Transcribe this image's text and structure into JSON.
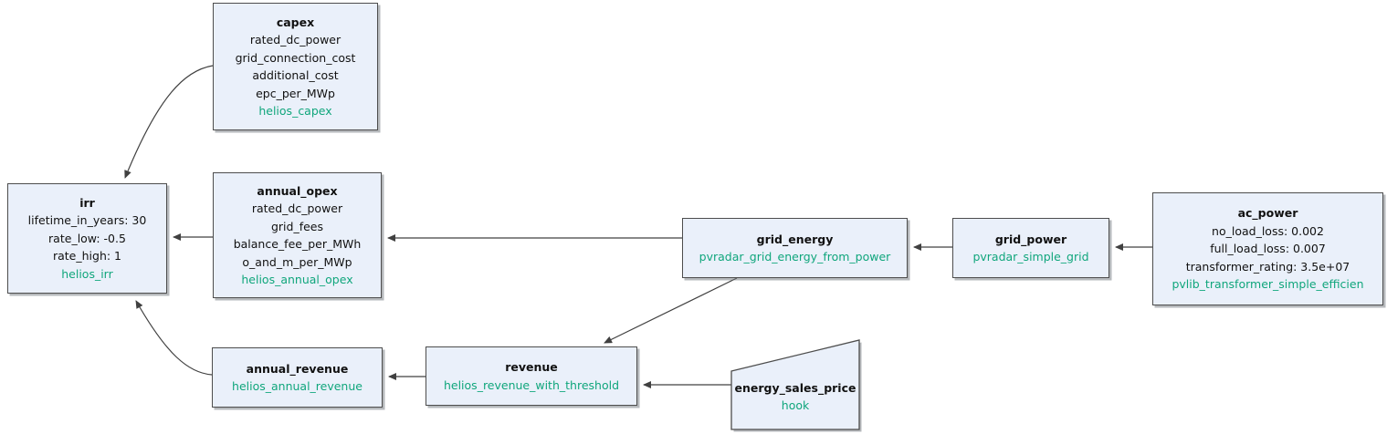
{
  "diagram": {
    "nodes": [
      {
        "id": "capex",
        "title": "capex",
        "params": [
          "rated_dc_power",
          "grid_connection_cost",
          "additional_cost",
          "epc_per_MWp"
        ],
        "function": "helios_capex",
        "shape": "rect"
      },
      {
        "id": "irr",
        "title": "irr",
        "params": [
          "lifetime_in_years: 30",
          "rate_low: -0.5",
          "rate_high: 1"
        ],
        "function": "helios_irr",
        "shape": "rect"
      },
      {
        "id": "annual_opex",
        "title": "annual_opex",
        "params": [
          "rated_dc_power",
          "grid_fees",
          "balance_fee_per_MWh",
          "o_and_m_per_MWp"
        ],
        "function": "helios_annual_opex",
        "shape": "rect"
      },
      {
        "id": "annual_revenue",
        "title": "annual_revenue",
        "params": [],
        "function": "helios_annual_revenue",
        "shape": "rect"
      },
      {
        "id": "revenue",
        "title": "revenue",
        "params": [],
        "function": "helios_revenue_with_threshold",
        "shape": "rect"
      },
      {
        "id": "grid_energy",
        "title": "grid_energy",
        "params": [],
        "function": "pvradar_grid_energy_from_power",
        "shape": "rect"
      },
      {
        "id": "grid_power",
        "title": "grid_power",
        "params": [],
        "function": "pvradar_simple_grid",
        "shape": "rect"
      },
      {
        "id": "ac_power",
        "title": "ac_power",
        "params": [
          "no_load_loss: 0.002",
          "full_load_loss: 0.007",
          "transformer_rating: 3.5e+07"
        ],
        "function": "pvlib_transformer_simple_efficien",
        "shape": "rect"
      },
      {
        "id": "energy_sales_price",
        "title": "energy_sales_price",
        "params": [],
        "function": "hook",
        "shape": "flag"
      }
    ],
    "edges": [
      {
        "from": "capex",
        "to": "irr"
      },
      {
        "from": "annual_opex",
        "to": "irr"
      },
      {
        "from": "annual_revenue",
        "to": "irr"
      },
      {
        "from": "revenue",
        "to": "annual_revenue"
      },
      {
        "from": "grid_energy",
        "to": "annual_opex"
      },
      {
        "from": "grid_energy",
        "to": "revenue"
      },
      {
        "from": "energy_sales_price",
        "to": "revenue"
      },
      {
        "from": "grid_power",
        "to": "grid_energy"
      },
      {
        "from": "ac_power",
        "to": "grid_power"
      }
    ]
  },
  "colors": {
    "background": "#ffffff",
    "node_fill": "#eaf0fa",
    "node_border": "#4d4d4d",
    "function_text": "#10a67c",
    "text": "#111111",
    "edge": "#404040"
  }
}
